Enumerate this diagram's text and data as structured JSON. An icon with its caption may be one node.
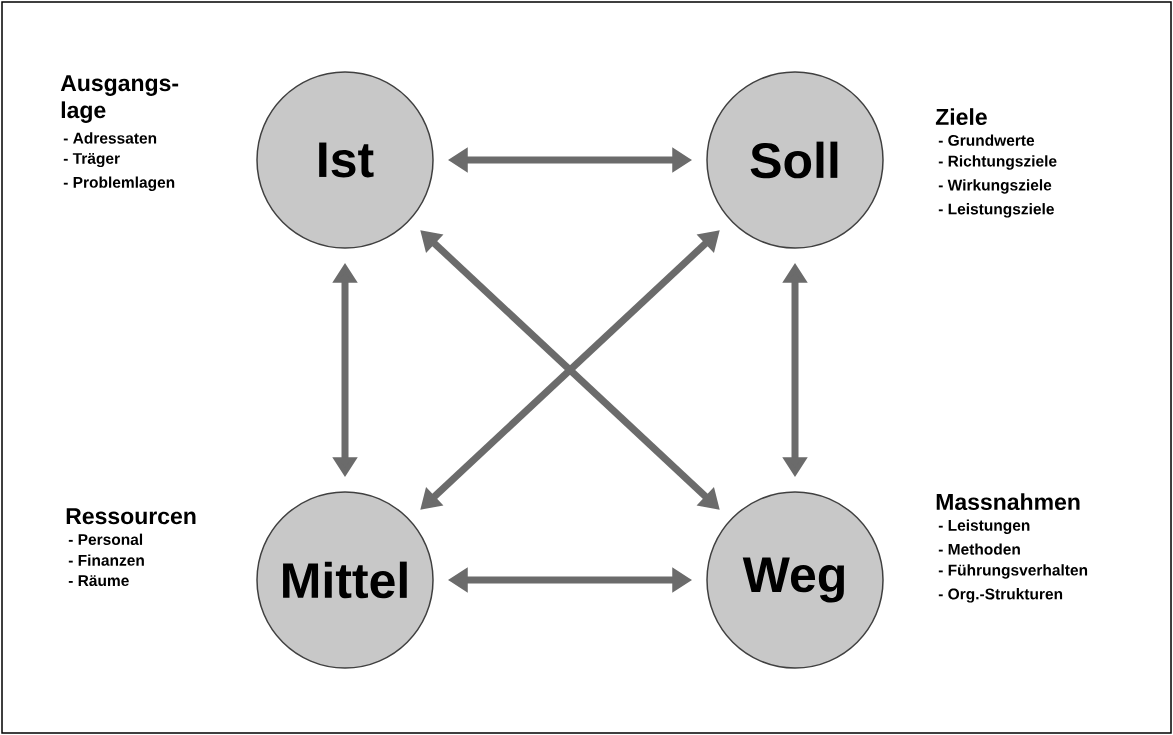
{
  "diagram": {
    "nodes": [
      {
        "text": [
          "Ist"
        ],
        "beside": [
          "Ausgangs-lage",
          "- Adressaten",
          "- Träger",
          "- Problemlagen"
        ]
      },
      {
        "text": [
          "Soll"
        ],
        "beside": [
          "Ziele",
          "- Grundwerte",
          "- Richtungsziele",
          "- Wirkungsziele",
          "- Leistungsziele"
        ]
      },
      {
        "text": [
          "Mittel"
        ],
        "beside": [
          "Ressourcen",
          "- Personal",
          "- Finanzen",
          "- Räume"
        ]
      },
      {
        "text": [
          "Weg"
        ],
        "beside": [
          "Massnahmen",
          "- Leistungen",
          "- Methoden",
          "- Führungsverhalten",
          "- Org.-Strukturen"
        ]
      }
    ],
    "edges": [
      {
        "from": 0,
        "to": 1,
        "arrow": "both"
      },
      {
        "from": 0,
        "to": 2,
        "arrow": "both"
      },
      {
        "from": 1,
        "to": 3,
        "arrow": "both"
      },
      {
        "from": 0,
        "to": 3,
        "arrow": "both"
      },
      {
        "from": 1,
        "to": 2,
        "arrow": "both"
      },
      {
        "from": 2,
        "to": 3,
        "arrow": "both"
      }
    ]
  }
}
